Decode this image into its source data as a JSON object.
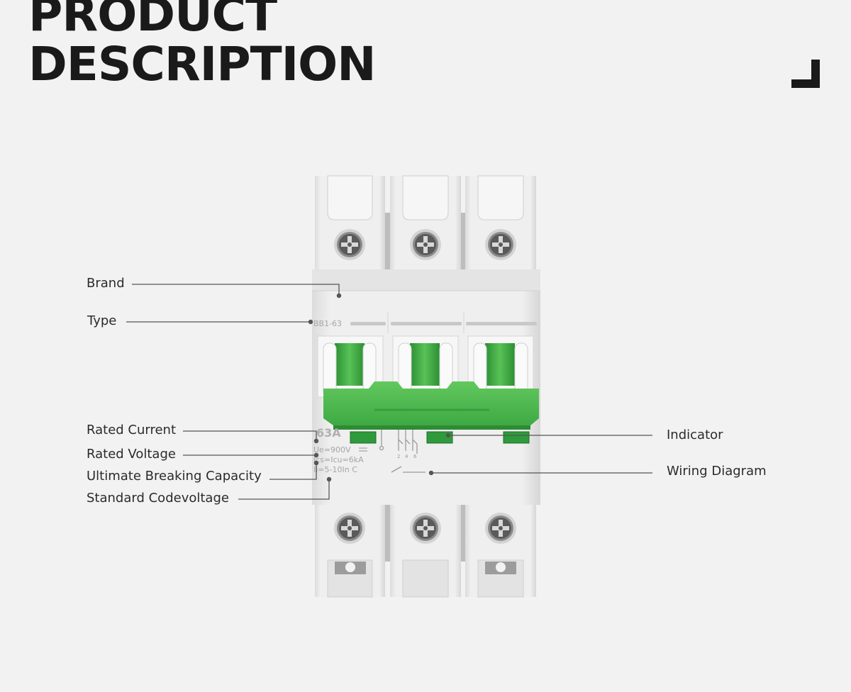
{
  "header": {
    "title_line1": "PRODUCT",
    "title_line2": "DESCRIPTION"
  },
  "product": {
    "model_label": "BB1-63",
    "rated_current_text": "63A",
    "voltage_text": "Ue=900V",
    "breaking_text": "Ics=Icu=6kA",
    "trip_text": "Ii=5-10In C",
    "terminal_numbers": [
      "2",
      "4",
      "6"
    ],
    "colors": {
      "lever": "#4db84d",
      "lever_dark": "#2e8b34",
      "housing": "#ececec",
      "indicator": "#2f9a3c"
    }
  },
  "callouts": {
    "brand": "Brand",
    "type": "Type",
    "rated_current": "Rated Current",
    "rated_voltage": "Rated Voltage",
    "breaking_capacity": "Ultimate Breaking Capacity",
    "standard": "Standard Codevoltage",
    "indicator": "Indicator",
    "wiring": "Wiring Diagram"
  }
}
